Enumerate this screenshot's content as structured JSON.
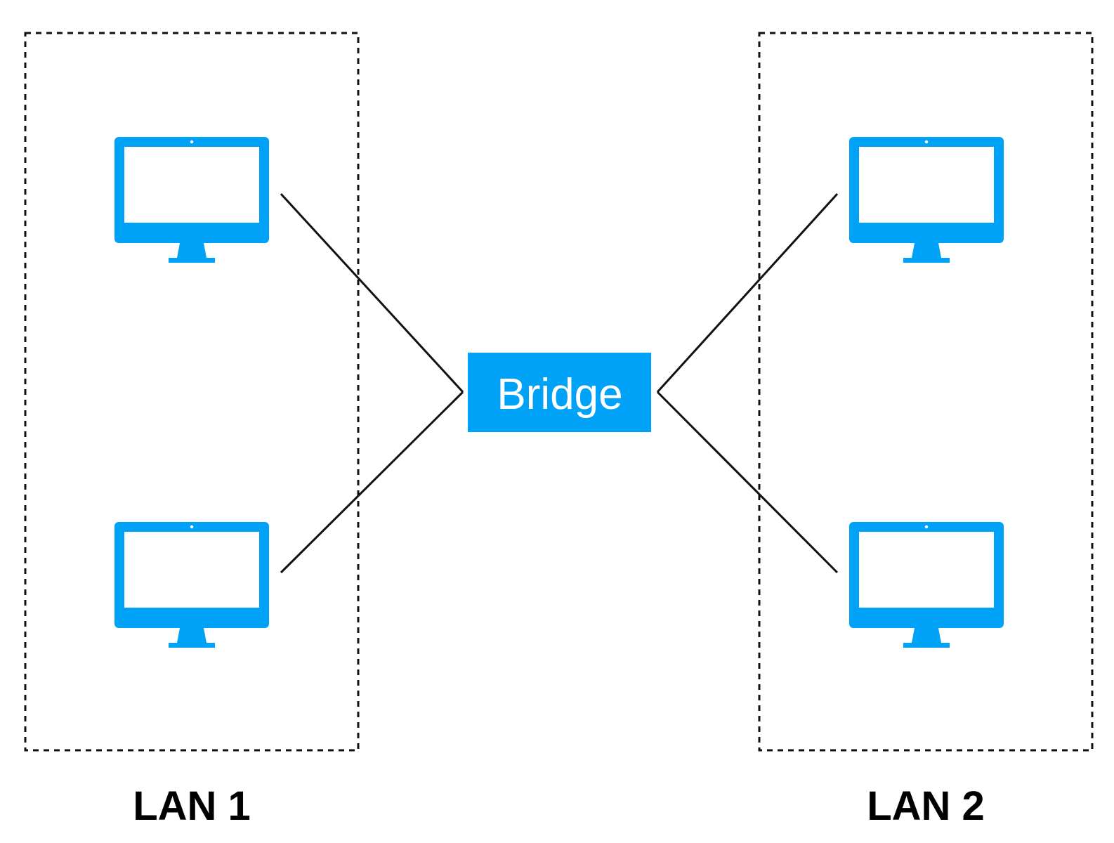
{
  "colors": {
    "accent": "#00a2f7",
    "line": "#111111",
    "label": "#000000"
  },
  "bridge": {
    "label": "Bridge",
    "icon": "bridge-box"
  },
  "lans": [
    {
      "label": "LAN 1",
      "computers": [
        "computer-icon",
        "computer-icon"
      ]
    },
    {
      "label": "LAN 2",
      "computers": [
        "computer-icon",
        "computer-icon"
      ]
    }
  ]
}
